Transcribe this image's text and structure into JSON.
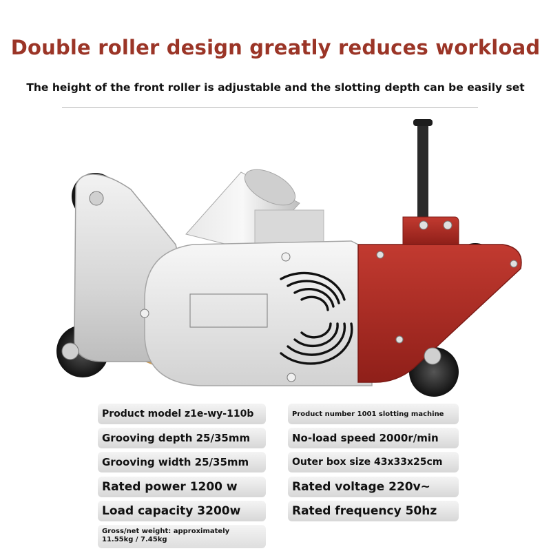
{
  "header": {
    "headline": "Double roller design greatly reduces workload",
    "subhead": "The height of the front roller is adjustable and the slotting depth can be easily set"
  },
  "colors": {
    "headline": "#9b3527",
    "housing_red": "#a92a22",
    "housing_silver": "#dcdcdc",
    "handle": "#2a2a2a",
    "spec_background": "#dcdcdc"
  },
  "product": {
    "image_name": "slotting-machine",
    "icons": [
      "vent-slots-icon",
      "bolt-icon",
      "roller-wheel-icon",
      "handle-icon",
      "blade-icon"
    ]
  },
  "specs": {
    "left": [
      "Product model z1e-wy-110b",
      "Grooving depth 25/35mm",
      "Grooving width 25/35mm",
      "Rated power 1200 w",
      "Load capacity 3200w"
    ],
    "right": [
      "Product number 1001 slotting machine",
      "No-load speed 2000r/min",
      "Outer box size 43x33x25cm",
      "Rated voltage 220v~",
      "Rated frequency 50hz"
    ],
    "weight": "Gross/net weight: approximately 11.55kg / 7.45kg"
  }
}
